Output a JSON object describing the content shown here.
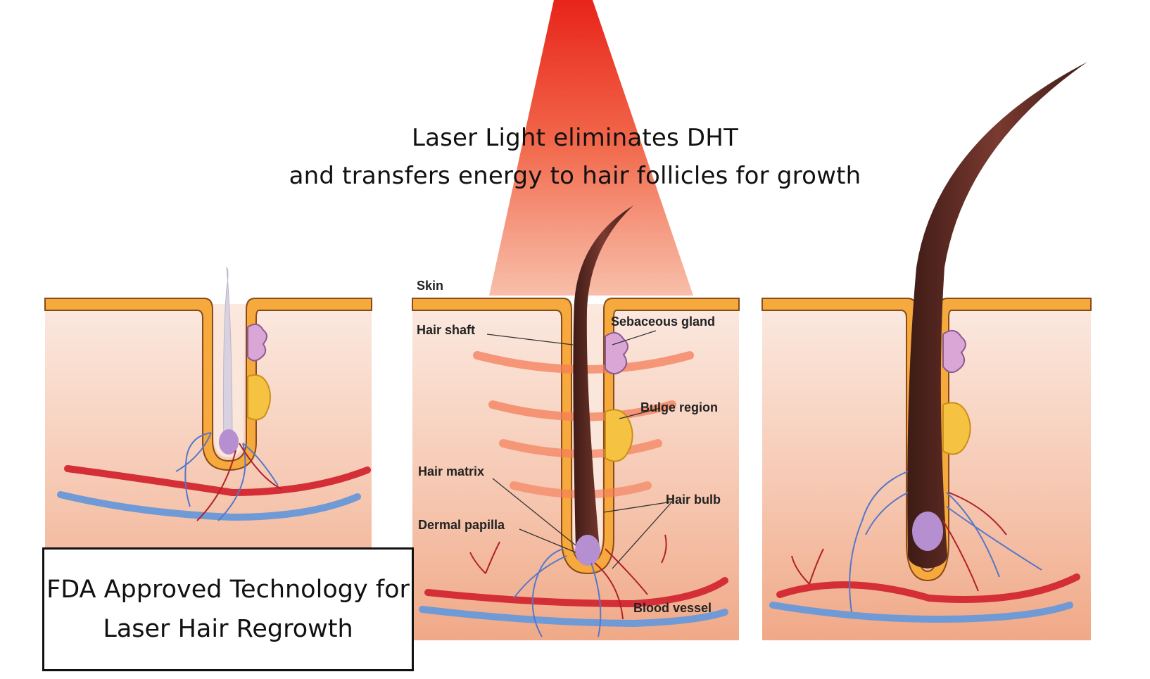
{
  "headline": {
    "line1": "Laser Light eliminates DHT",
    "line2": "and transfers energy to hair follicles for growth"
  },
  "labels": {
    "skin": "Skin",
    "hair_shaft": "Hair shaft",
    "sebaceous_gland": "Sebaceous gland",
    "bulge_region": "Bulge region",
    "hair_matrix": "Hair matrix",
    "hair_bulb": "Hair bulb",
    "dermal_papilla": "Dermal papilla",
    "blood_vessel": "Blood vessel"
  },
  "callout": {
    "line1": "FDA Approved Technology for",
    "line2": "Laser Hair Regrowth"
  },
  "colors": {
    "laser_red": "#e8331f",
    "skin_top": "#f6a93c",
    "tissue": "#f2b79a",
    "artery": "#d42e37",
    "vein": "#6f9ad6",
    "hair": "#5a2a22",
    "gland": "#d9a6d6",
    "bulge": "#f5c242"
  }
}
